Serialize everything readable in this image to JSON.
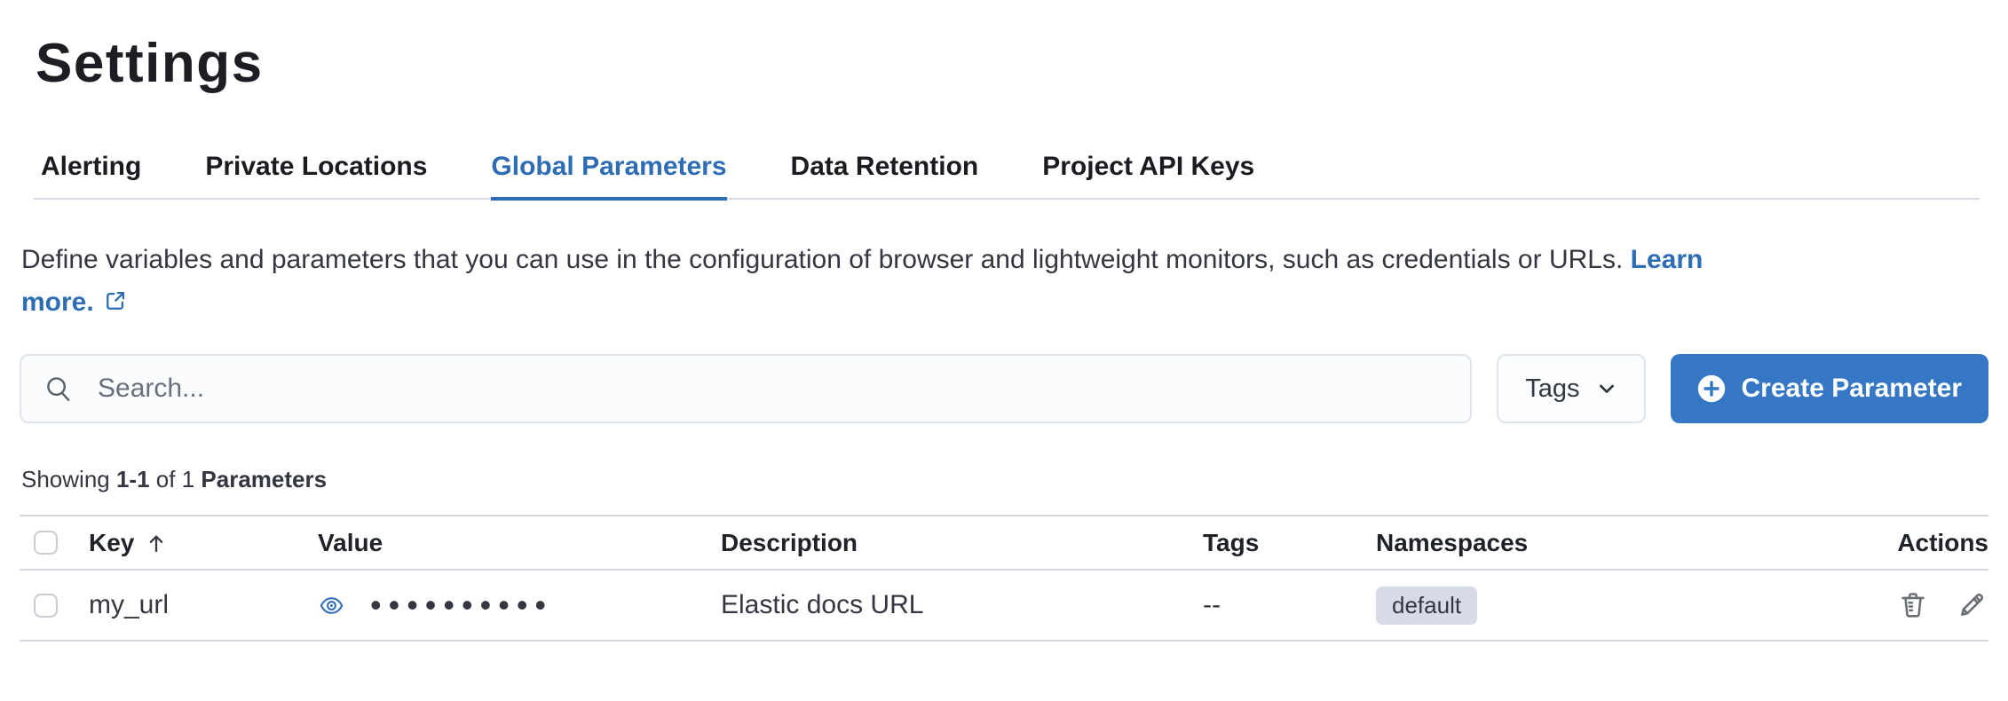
{
  "page": {
    "title": "Settings"
  },
  "tabs": [
    {
      "label": "Alerting",
      "active": false
    },
    {
      "label": "Private Locations",
      "active": false
    },
    {
      "label": "Global Parameters",
      "active": true
    },
    {
      "label": "Data Retention",
      "active": false
    },
    {
      "label": "Project API Keys",
      "active": false
    }
  ],
  "description": {
    "text": "Define variables and parameters that you can use in the configuration of browser and lightweight monitors, such as credentials or URLs.",
    "link_line1": "Learn",
    "link_line2": "more."
  },
  "toolbar": {
    "search_placeholder": "Search...",
    "search_value": "",
    "tags_button": "Tags",
    "create_button": "Create Parameter"
  },
  "summary": {
    "prefix": "Showing",
    "range": "1-1",
    "of": "of",
    "total": "1",
    "noun": "Parameters"
  },
  "table": {
    "columns": {
      "key": "Key",
      "value": "Value",
      "description": "Description",
      "tags": "Tags",
      "namespaces": "Namespaces",
      "actions": "Actions"
    },
    "rows": [
      {
        "key": "my_url",
        "masked_value": "••••••••••",
        "description": "Elastic docs URL",
        "tags": "--",
        "namespace": "default"
      }
    ]
  },
  "colors": {
    "accent_blue": "#2e6db4",
    "button_blue": "#3576c5",
    "divider": "#d3dae6",
    "badge_bg": "#d6dbe5",
    "text": "#343741",
    "subdued": "#69707d"
  }
}
